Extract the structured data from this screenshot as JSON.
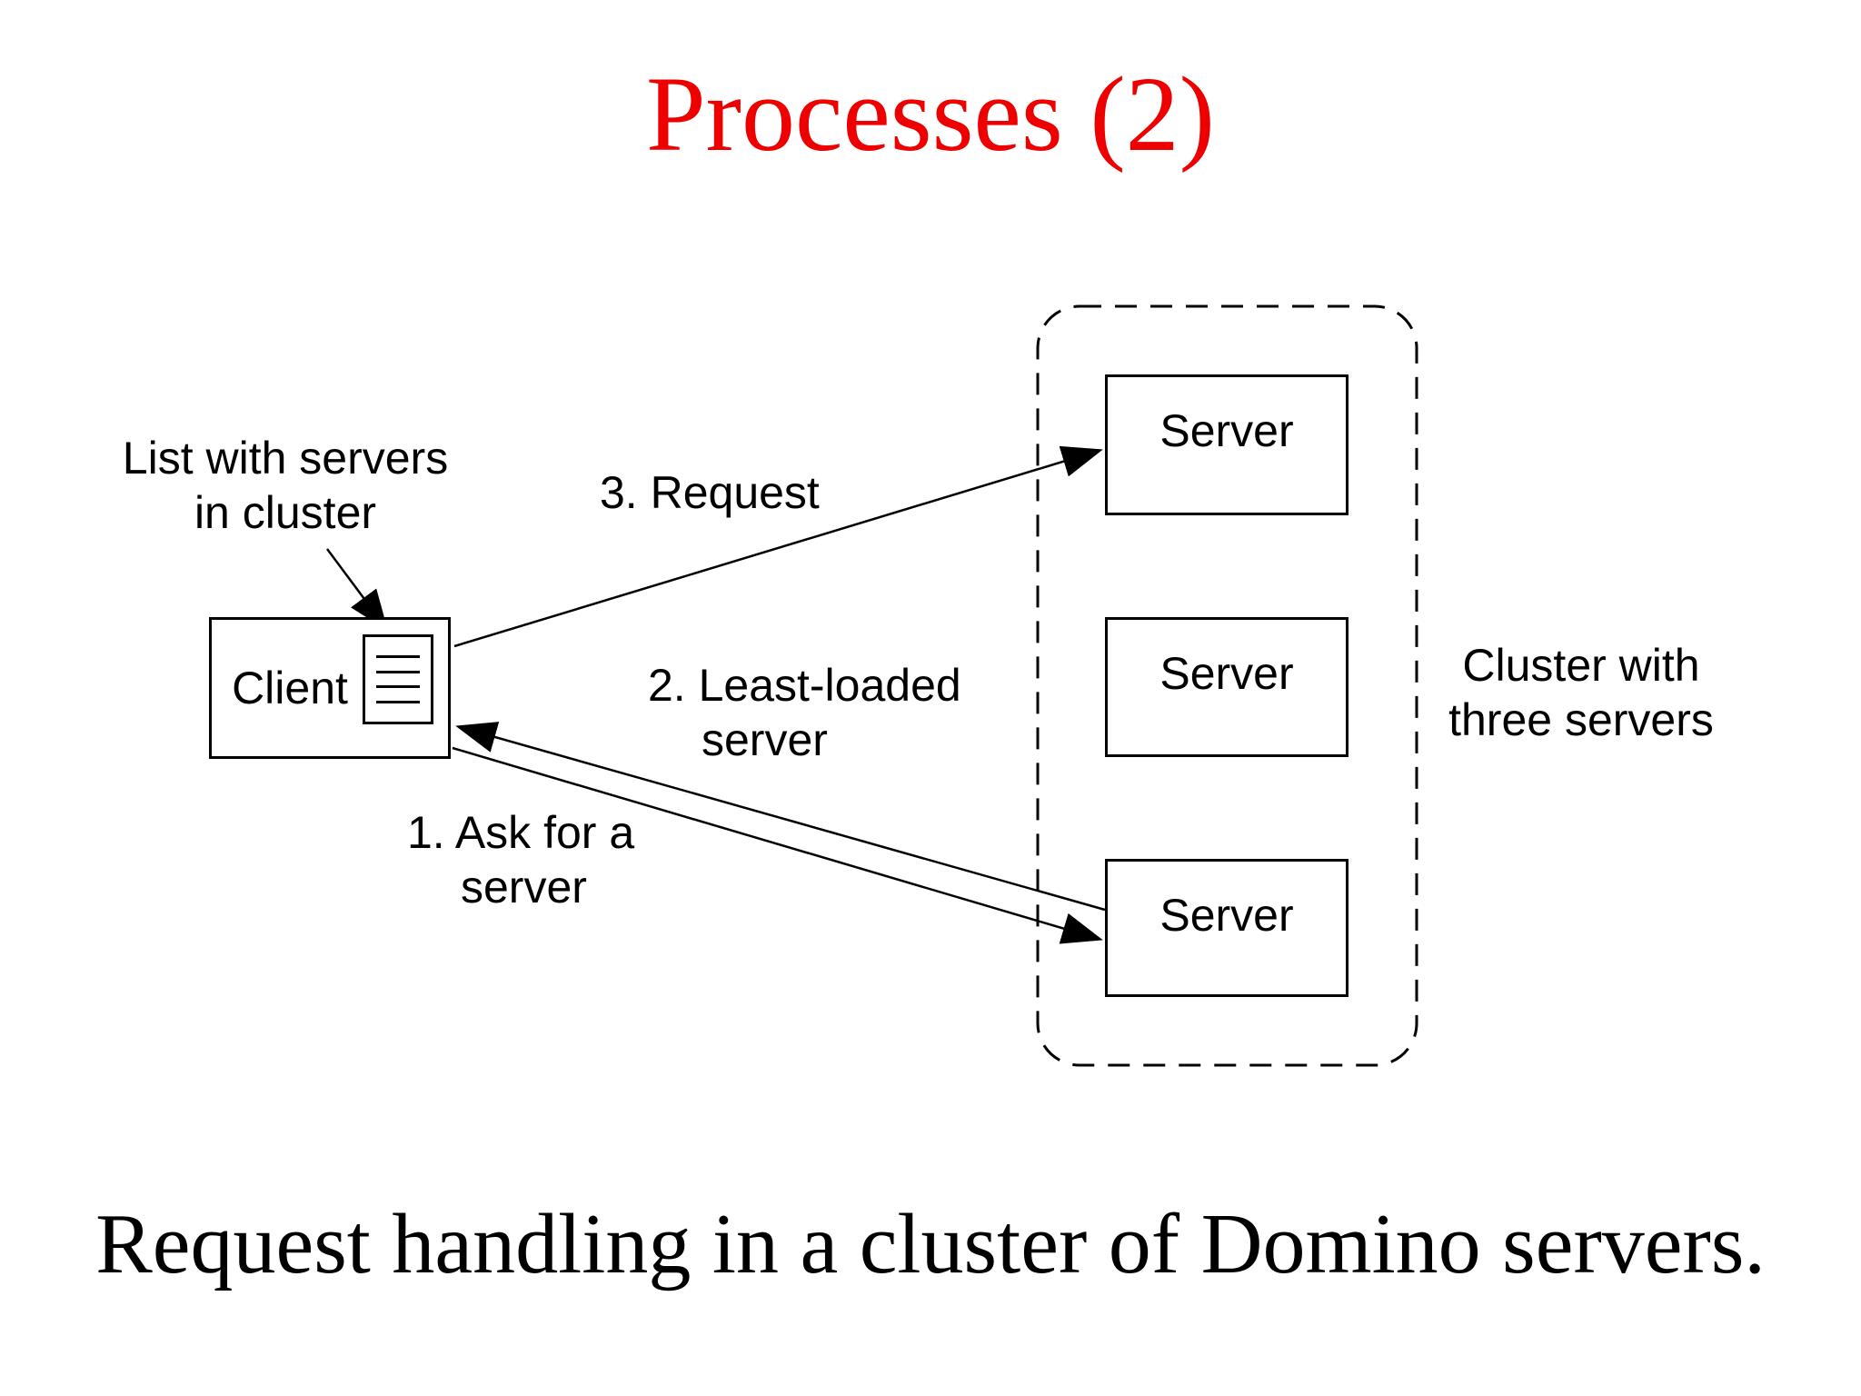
{
  "slide": {
    "title": "Processes (2)",
    "title_color": "#EE0000",
    "caption": "Request handling in a cluster of Domino servers."
  },
  "diagram": {
    "client": {
      "label": "Client"
    },
    "servers": [
      {
        "label": "Server"
      },
      {
        "label": "Server"
      },
      {
        "label": "Server"
      }
    ],
    "cluster_note": {
      "line1": "Cluster with",
      "line2": "three servers"
    },
    "list_note": {
      "line1": "List with servers",
      "line2": "in cluster"
    },
    "steps": {
      "step1": {
        "line1": "1. Ask for a",
        "line2": "server"
      },
      "step2": {
        "line1": "2. Least-loaded",
        "line2": "server"
      },
      "step3": {
        "label": "3. Request"
      }
    }
  }
}
